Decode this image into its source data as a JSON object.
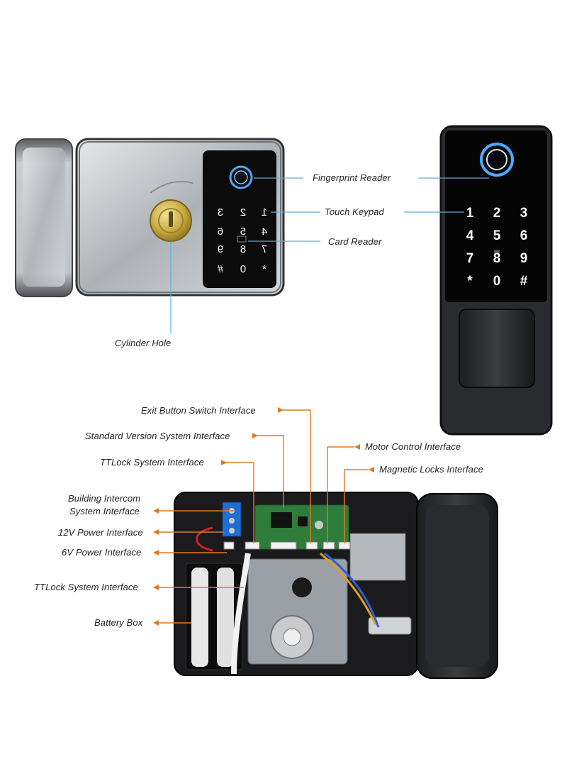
{
  "colors": {
    "callout_line_blue": "#5aaed8",
    "callout_line_orange": "#e07a20",
    "keypad_panel": "#0b0b0b",
    "lock_steel": "#b9bcbf",
    "cylinder_brass": "#cdb14a",
    "fingerprint_ring": "#4ea8ff",
    "pcb_green": "#2f7d3a",
    "terminal_blue": "#1f6fd0"
  },
  "keypad": {
    "rows": [
      [
        "1",
        "2",
        "3"
      ],
      [
        "4",
        "5",
        "6"
      ],
      [
        "7",
        "8",
        "9"
      ],
      [
        "*",
        "0",
        "#"
      ]
    ]
  },
  "top_labels": {
    "fingerprint": "Fingerprint Reader",
    "keypad": "Touch Keypad",
    "card": "Card Reader",
    "cylinder": "Cylinder Hole"
  },
  "bottom_labels": {
    "exit_button": "Exit Button Switch Interface",
    "standard_version": "Standard Version System Interface",
    "ttlock_top": "TTLock System Interface",
    "motor_control": "Motor Control Interface",
    "magnetic_locks": "Magnetic Locks Interface",
    "building_intercom_line1": "Building Intercom",
    "building_intercom_line2": "System Interface",
    "power_12v": "12V Power Interface",
    "power_6v": "6V Power Interface",
    "ttlock_left": "TTLock System Interface",
    "battery_box": "Battery Box"
  }
}
